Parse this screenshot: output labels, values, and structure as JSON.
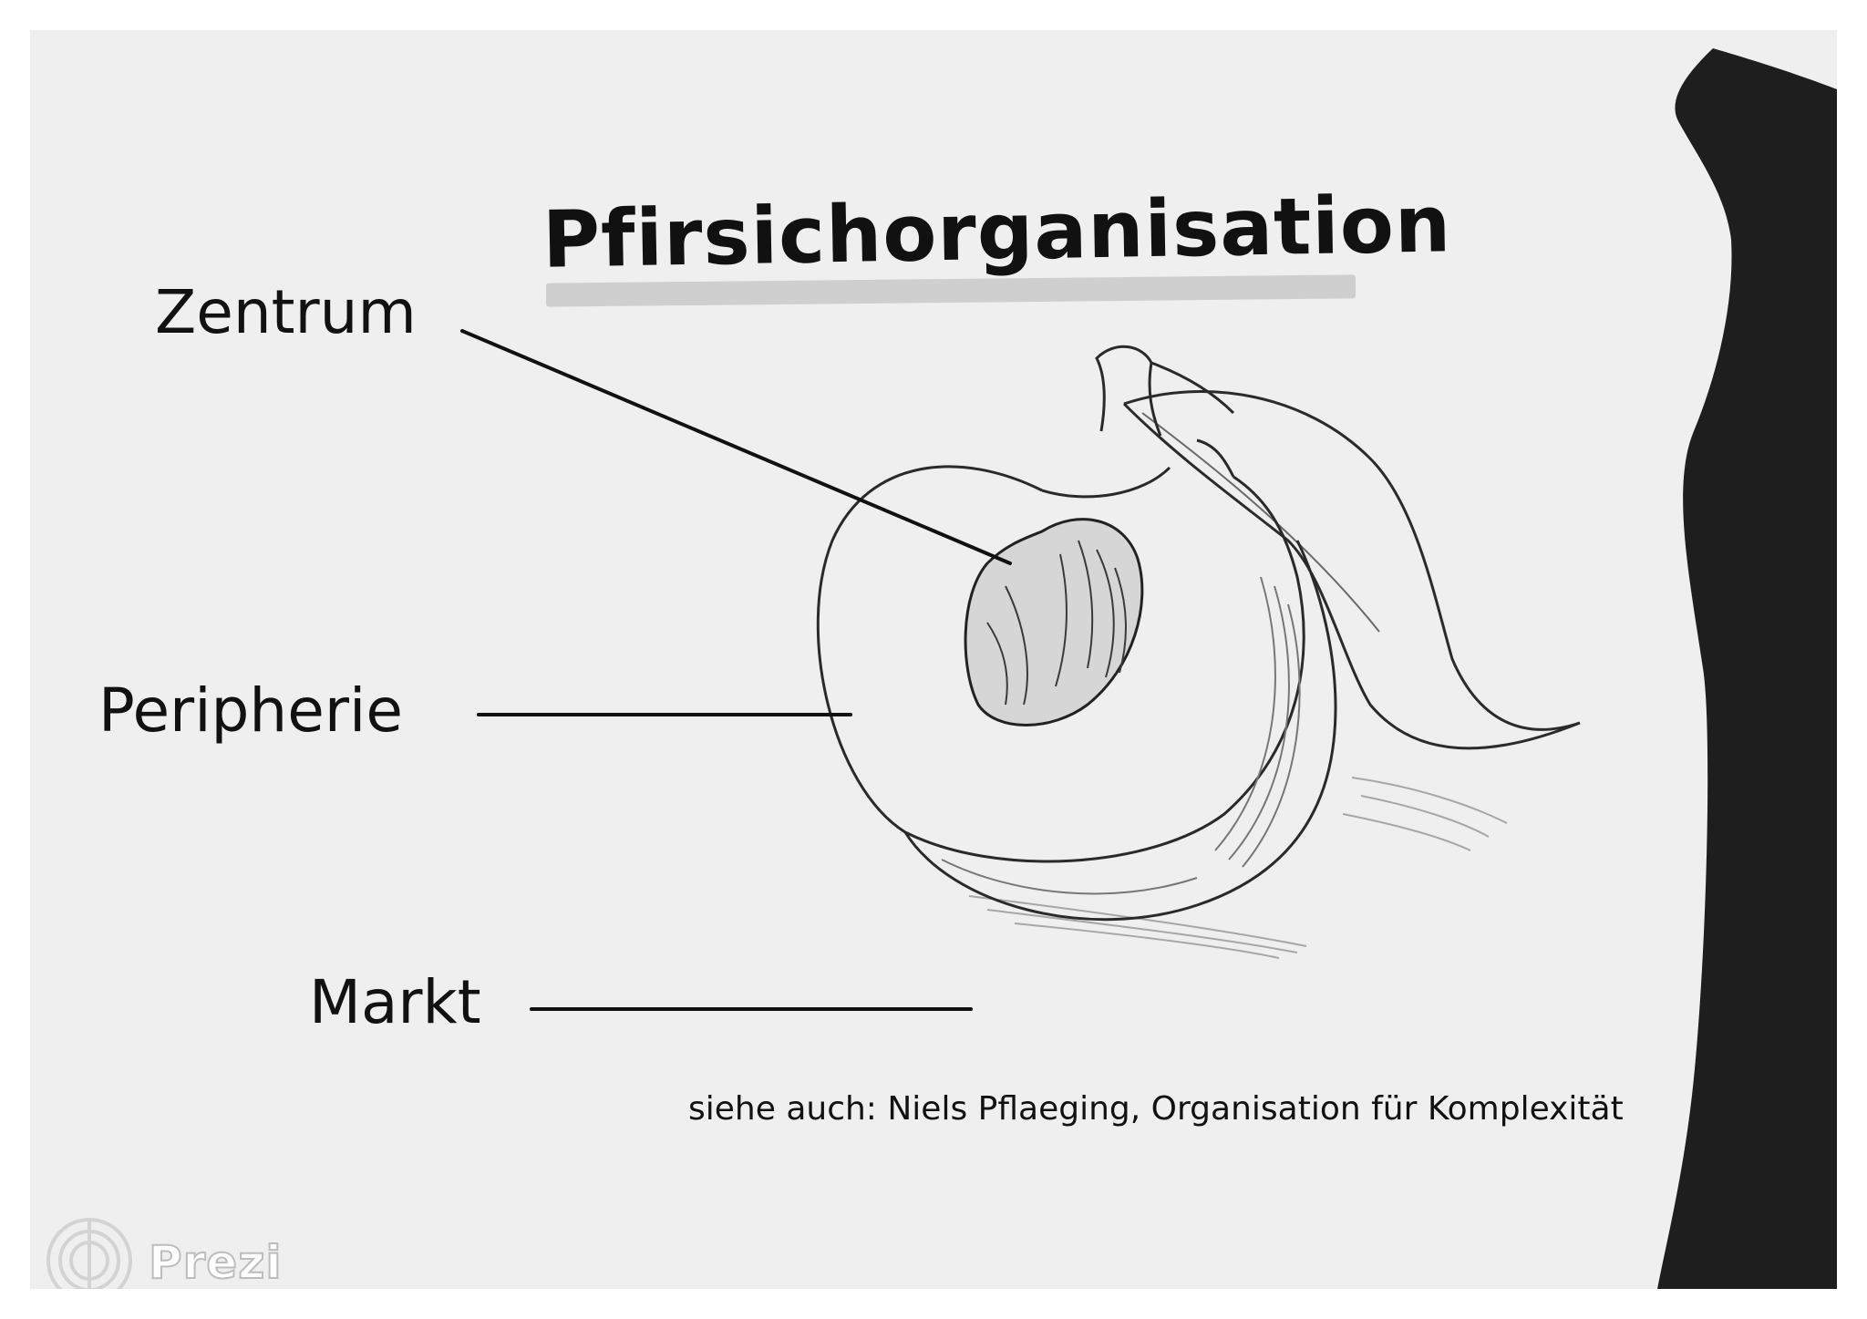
{
  "title": "Pfirsichorganisation",
  "labels": {
    "center": "Zentrum",
    "periphery": "Peripherie",
    "market": "Markt"
  },
  "reference": "siehe auch: Niels Pflaeging, Organisation für Komplexität",
  "watermark": "Prezi",
  "colors": {
    "background": "#efefef",
    "ink": "#111111",
    "silhouette": "#1e1e1e",
    "underline": "#cfcfcf"
  },
  "icons": [
    "peach-illustration-icon",
    "prezi-logo-icon"
  ]
}
